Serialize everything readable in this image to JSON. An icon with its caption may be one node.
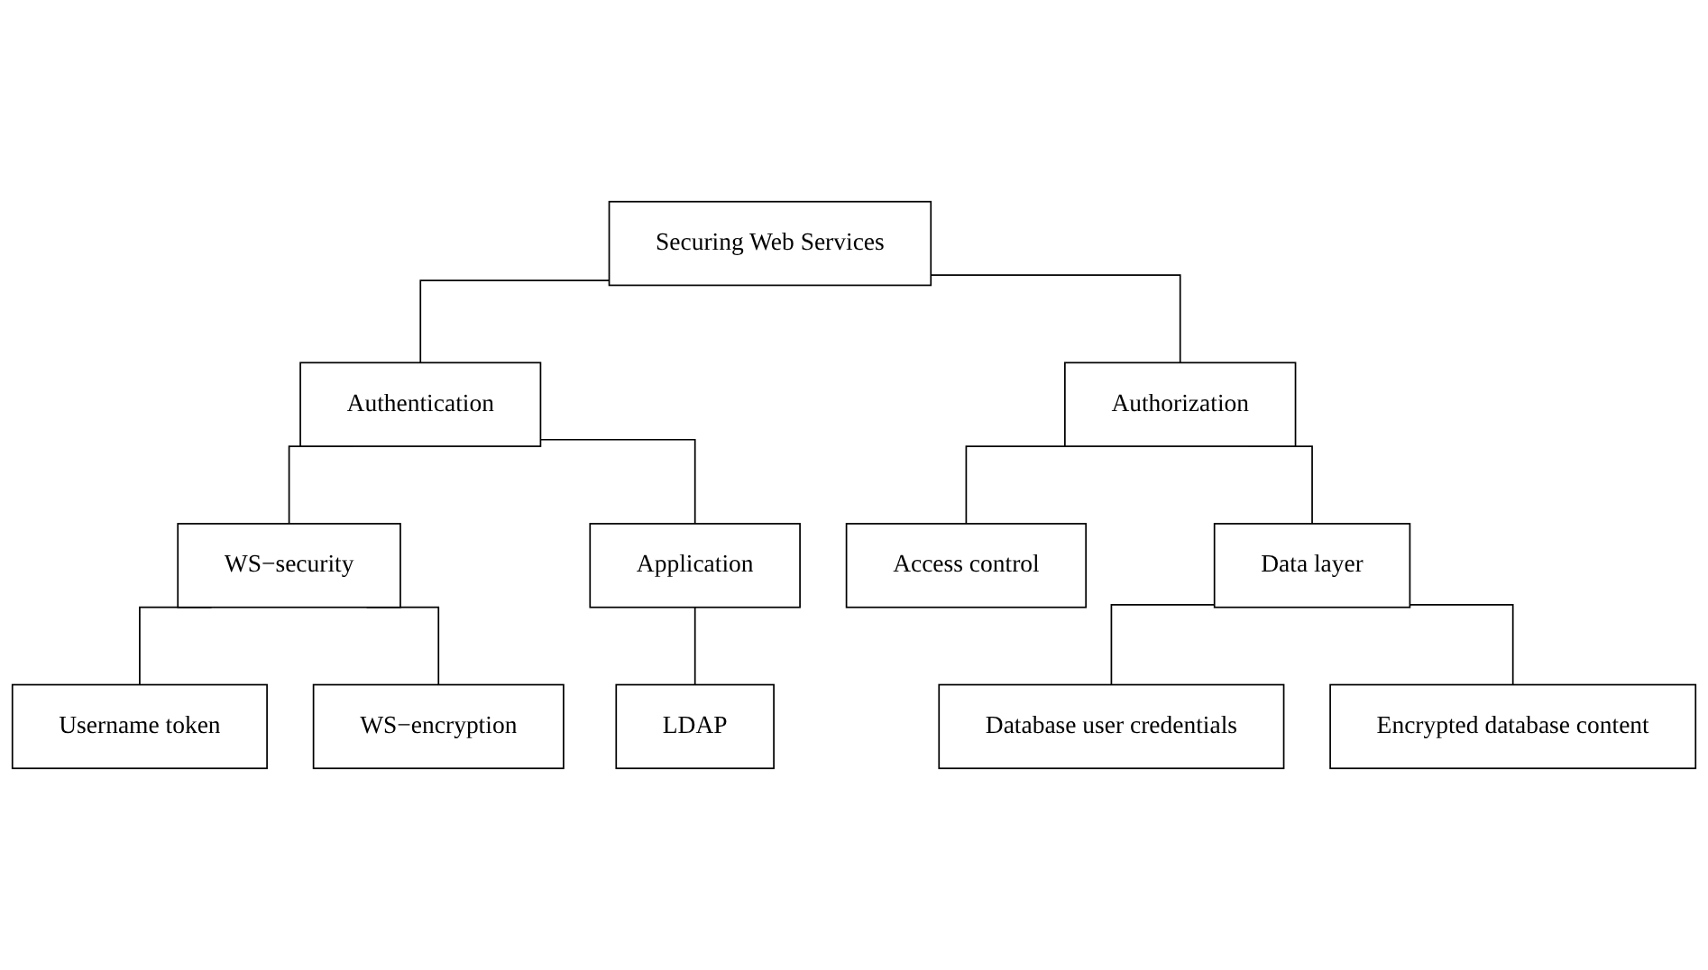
{
  "diagram": {
    "nodes": [
      {
        "text": [
          "Securing Web Services"
        ]
      },
      {
        "text": [
          "Authentication"
        ]
      },
      {
        "text": [
          "Authorization"
        ]
      },
      {
        "text": [
          "WS−security"
        ]
      },
      {
        "text": [
          "Application"
        ]
      },
      {
        "text": [
          "Access control"
        ]
      },
      {
        "text": [
          "Data layer"
        ]
      },
      {
        "text": [
          "Username token"
        ]
      },
      {
        "text": [
          "WS−encryption"
        ]
      },
      {
        "text": [
          "LDAP"
        ]
      },
      {
        "text": [
          "Database user credentials"
        ]
      },
      {
        "text": [
          "Encrypted database content"
        ]
      }
    ],
    "edges": [
      {
        "from": 0,
        "to": 1,
        "arrow": "none"
      },
      {
        "from": 0,
        "to": 2,
        "arrow": "none"
      },
      {
        "from": 1,
        "to": 3,
        "arrow": "none"
      },
      {
        "from": 1,
        "to": 4,
        "arrow": "none"
      },
      {
        "from": 2,
        "to": 5,
        "arrow": "none"
      },
      {
        "from": 2,
        "to": 6,
        "arrow": "none"
      },
      {
        "from": 3,
        "to": 7,
        "arrow": "none"
      },
      {
        "from": 3,
        "to": 8,
        "arrow": "none"
      },
      {
        "from": 4,
        "to": 9,
        "arrow": "none"
      },
      {
        "from": 6,
        "to": 10,
        "arrow": "none"
      },
      {
        "from": 6,
        "to": 11,
        "arrow": "none"
      }
    ]
  }
}
